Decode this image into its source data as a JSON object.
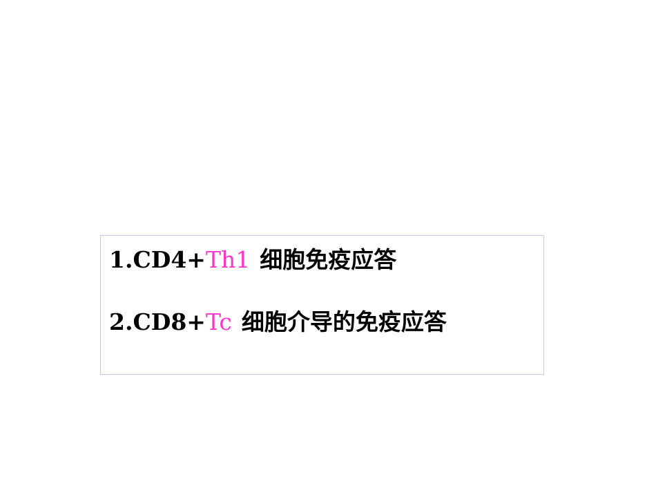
{
  "slide": {
    "items": [
      {
        "prefix": "1.CD4+",
        "highlight": "Th1",
        "text": "细胞免疫应答"
      },
      {
        "prefix": "2.CD8+",
        "highlight": "Tc",
        "text": "细胞介导的免疫应答"
      }
    ],
    "colors": {
      "text": "#000000",
      "highlight": "#ff33cc",
      "box_border": "#c9c9ec"
    }
  }
}
